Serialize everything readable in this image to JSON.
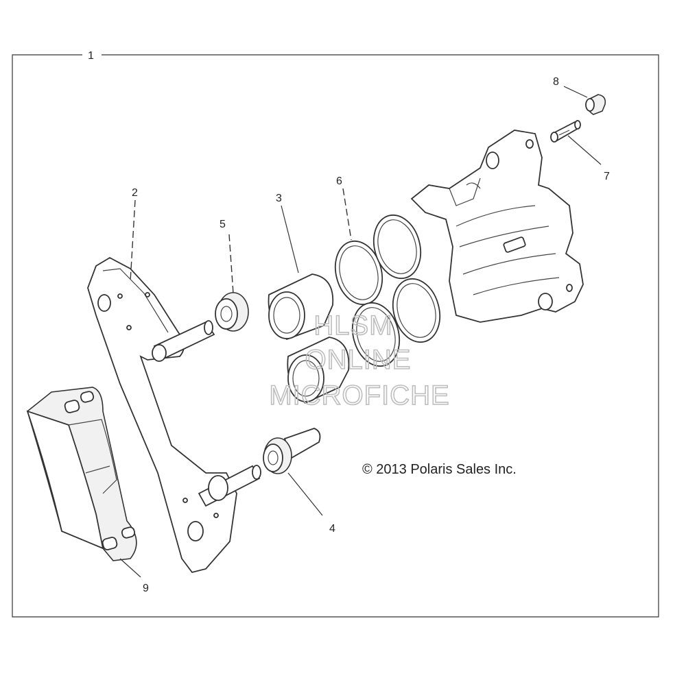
{
  "callouts": {
    "c1": "1",
    "c2": "2",
    "c3": "3",
    "c4": "4",
    "c5": "5",
    "c6": "6",
    "c7": "7",
    "c8": "8",
    "c9": "9"
  },
  "copyright": "© 2013 Polaris Sales Inc.",
  "watermark": {
    "line1": "HLSM",
    "line2": "ONLINE",
    "line3": "MICROFICHE"
  }
}
